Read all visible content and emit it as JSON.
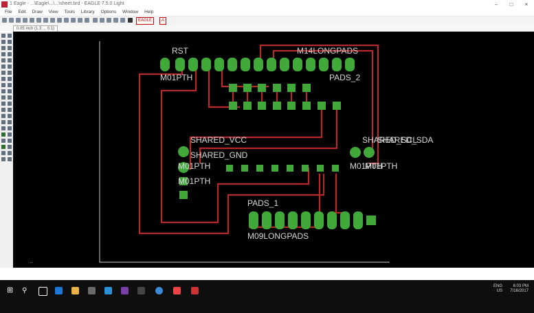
{
  "window": {
    "title": "1 Eagle - ...\\Eagle\\...\\...\\sheet.brd - EAGLE 7.5.0 Light"
  },
  "menu": {
    "items": [
      "File",
      "Edit",
      "Draw",
      "View",
      "Tools",
      "Library",
      "Options",
      "Window",
      "Help"
    ]
  },
  "toolbar": {
    "red_badge_1": "EAGLE",
    "red_badge_2": "A"
  },
  "tabs": {
    "active": "0.05 inch (1.3 ... 0.1)"
  },
  "board": {
    "labels": {
      "rst": "RST",
      "m01pth_top": "M01PTH",
      "m14": "M14LONGPADS",
      "pads2": "PADS_2",
      "shared_vcc": "SHARED_VCC",
      "shared_gnd": "SHARED_GND",
      "m01pth_mid1": "M01PTH",
      "m01pth_mid2": "M01PTH",
      "shared_scl": "SHARED_SCL",
      "shared_sda": "SHARED_SDA",
      "m01pth_right1": "M01PTH",
      "m01pth_right2": "M01PTH",
      "pads1": "PADS_1",
      "m09": "M09LONGPADS"
    },
    "colors": {
      "trace": "#b72a2a",
      "pad": "#41a83a",
      "label": "#d9d9d9",
      "outline": "#cfcfcf",
      "background": "#000000"
    }
  },
  "taskbar": {
    "icons": [
      "windows-icon",
      "search-icon",
      "task-view-icon",
      "edge-icon",
      "file-explorer-icon",
      "store-icon",
      "visual-studio-icon",
      "calendar-icon",
      "settings-icon",
      "chrome-icon",
      "eagle-icon"
    ],
    "lang": "ENG",
    "region": "US",
    "time": "6:03 PM",
    "date": "7/16/2017"
  }
}
